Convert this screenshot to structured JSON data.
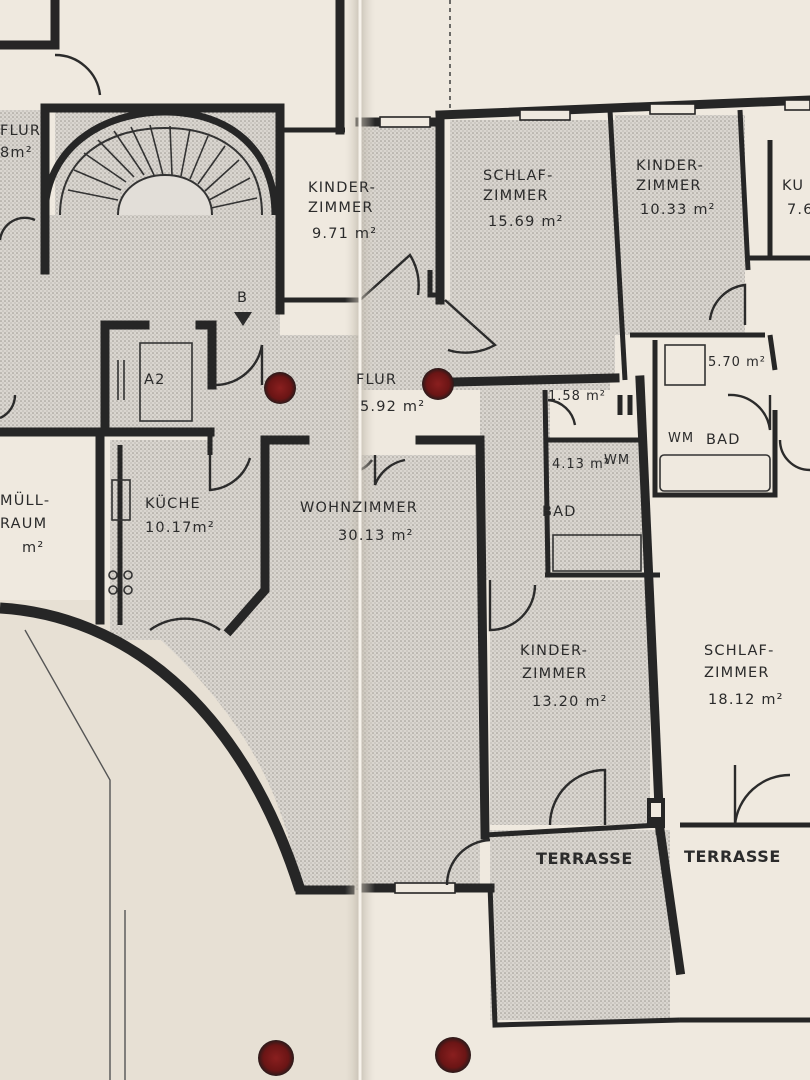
{
  "rooms": {
    "flur_left": {
      "name": "FLUR",
      "area": "8m²"
    },
    "kinderzimmer_top": {
      "name_1": "KINDER-",
      "name_2": "ZIMMER",
      "area": "9.71 m²"
    },
    "schlafzimmer_top": {
      "name_1": "SCHLAF-",
      "name_2": "ZIMMER",
      "area": "15.69 m²"
    },
    "kinderzimmer_top_right": {
      "name_1": "KINDER-",
      "name_2": "ZIMMER",
      "area": "10.33 m²"
    },
    "kuche_edge": {
      "name": "KU",
      "area": "7.6"
    },
    "a2": {
      "name": "A2"
    },
    "stair_marker": {
      "name": "B"
    },
    "flur_center": {
      "name": "FLUR",
      "area": "5.92 m²"
    },
    "small_room": {
      "area": "1.58 m²"
    },
    "bad_right": {
      "area": "5.70 m²",
      "name": "BAD",
      "wm": "WM"
    },
    "mull_raum": {
      "name_1": "MÜLL-",
      "name_2": "RAUM",
      "area": "m²"
    },
    "kuche": {
      "name": "KÜCHE",
      "area": "10.17m²"
    },
    "wohnzimmer": {
      "name": "WOHNZIMMER",
      "area": "30.13 m²"
    },
    "bad_center": {
      "area": "4.13 m²",
      "wm": "WM",
      "name": "BAD"
    },
    "kinderzimmer_bottom": {
      "name_1": "KINDER-",
      "name_2": "ZIMMER",
      "area": "13.20 m²"
    },
    "schlafzimmer_bottom": {
      "name_1": "SCHLAF-",
      "name_2": "ZIMMER",
      "area": "18.12 m²"
    },
    "terrasse_1": {
      "name": "TERRASSE"
    },
    "terrasse_2": {
      "name": "TERRASSE"
    }
  },
  "colors": {
    "paper": "#efe9df",
    "ink": "#262626",
    "hatch_fill": "#d3d0cb",
    "punch_hole": "#7a1c1c"
  }
}
